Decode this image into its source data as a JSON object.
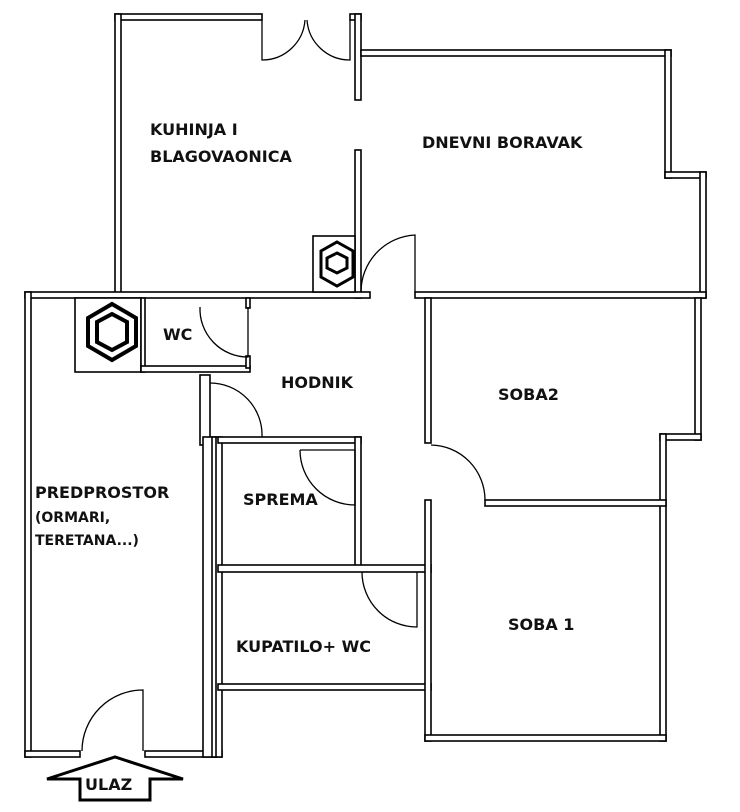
{
  "rooms": {
    "kitchen_line1": "KUHINJA I",
    "kitchen_line2": "BLAGOVAONICA",
    "living": "DNEVNI BORAVAK",
    "wc": "WC",
    "hallway": "HODNIK",
    "room2": "SOBA2",
    "storage": "SPREMA",
    "foyer": "PREDPROSTOR",
    "foyer_note1": "(ORMARI,",
    "foyer_note2": "TERETANA...)",
    "bathroom": "KUPATILO+ WC",
    "room1": "SOBA 1"
  },
  "entrance": {
    "label": "ULAZ"
  }
}
